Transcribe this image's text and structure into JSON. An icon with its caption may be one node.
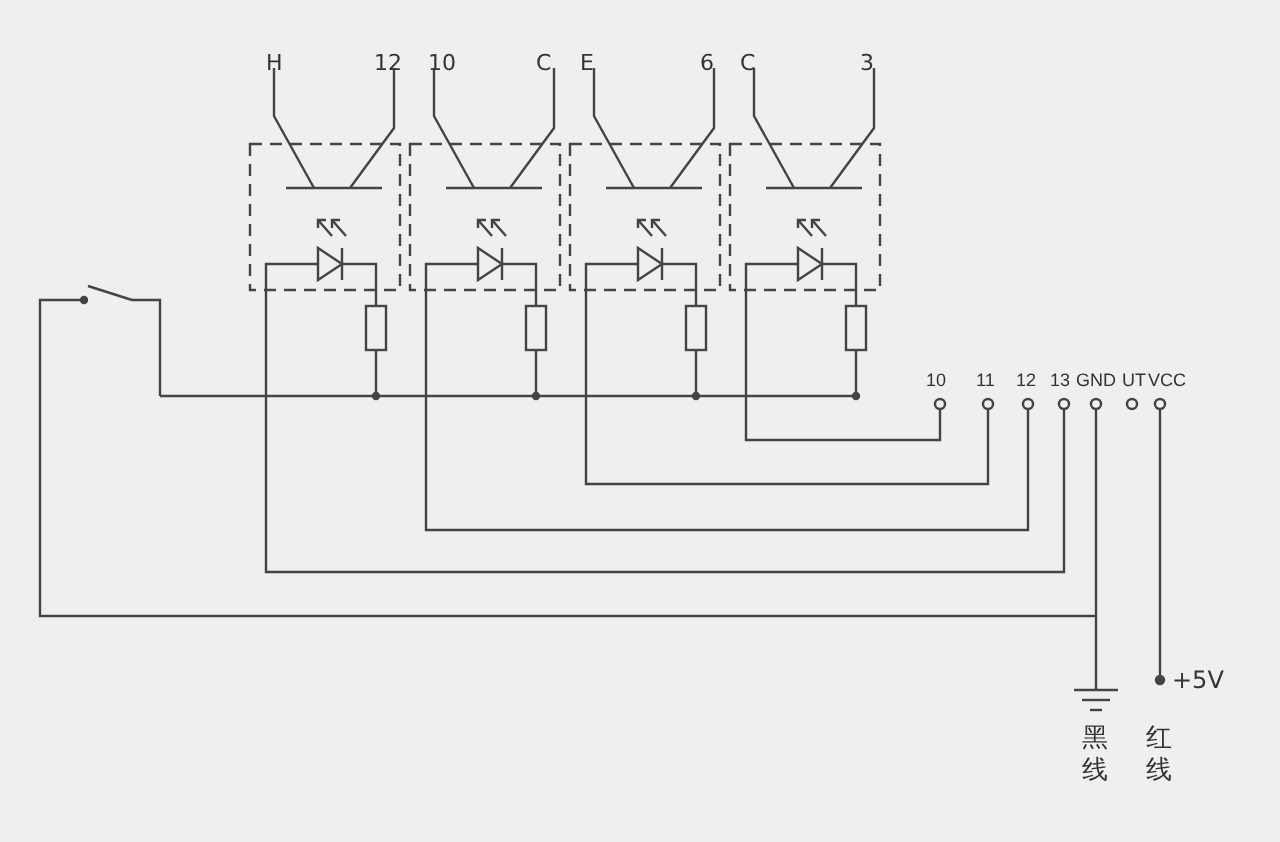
{
  "diagram": {
    "labels": [
      "H",
      "12",
      "10",
      "C",
      "E",
      "6",
      "C",
      "3",
      "10",
      "11",
      "12",
      "13",
      "GND",
      "UT",
      "VCC",
      "+5V",
      "黑线",
      "红线"
    ]
  }
}
